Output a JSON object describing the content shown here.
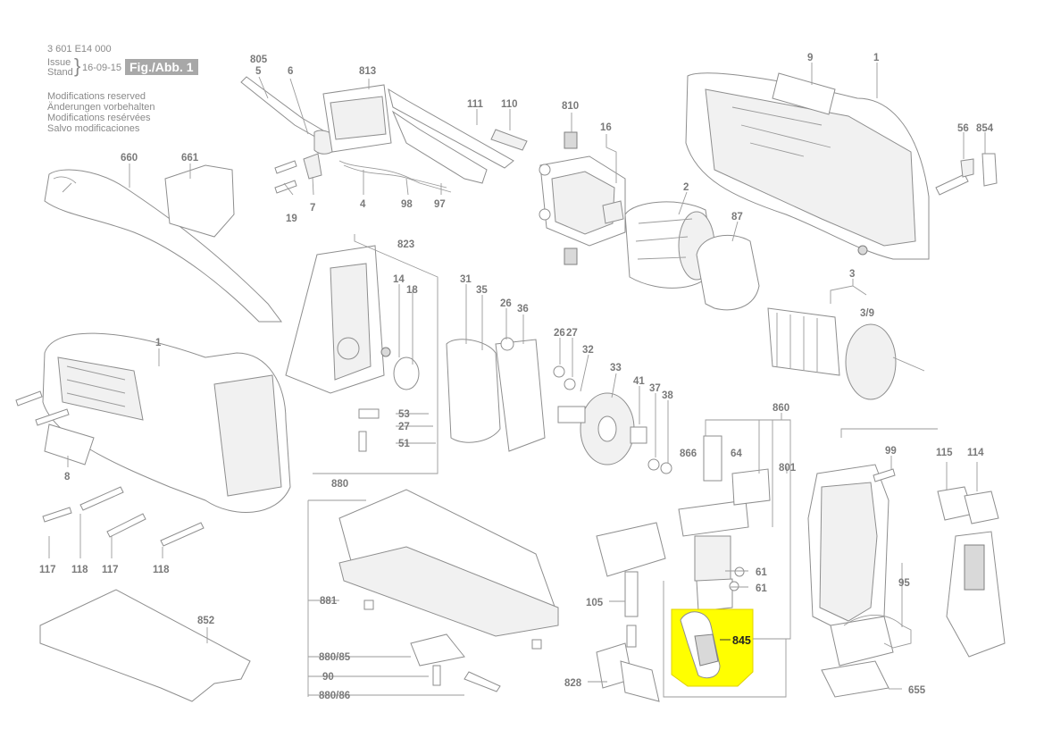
{
  "header": {
    "doc_number": "3 601 E14 000",
    "issue_label_1": "Issue",
    "issue_label_2": "Stand",
    "issue_date": "16-09-15",
    "figure_label": "Fig./Abb. 1",
    "notes": [
      "Modifications reserved",
      "Änderungen vorbehalten",
      "Modifications resérvées",
      "Salvo modificaciones"
    ]
  },
  "highlight": {
    "part_number": "845",
    "color": "#ffff00"
  },
  "labels": {
    "l805": "805",
    "l5": "5",
    "l6": "6",
    "l813": "813",
    "l111": "111",
    "l110": "110",
    "l810": "810",
    "l16": "16",
    "l9": "9",
    "l1a": "1",
    "l56": "56",
    "l854": "854",
    "l660": "660",
    "l661": "661",
    "l19": "19",
    "l7": "7",
    "l4": "4",
    "l98": "98",
    "l97": "97",
    "l2": "2",
    "l87": "87",
    "l823": "823",
    "l14": "14",
    "l18": "18",
    "l3": "3",
    "l39": "3/9",
    "l31": "31",
    "l35": "35",
    "l26a": "26",
    "l36": "36",
    "l26b": "26",
    "l27a": "27",
    "l32": "32",
    "l33": "33",
    "l41": "41",
    "l37": "37",
    "l38": "38",
    "l1b": "1",
    "l53": "53",
    "l27b": "27",
    "l51": "51",
    "l8": "8",
    "l860": "860",
    "l866": "866",
    "l64": "64",
    "l801": "801",
    "l99": "99",
    "l115": "115",
    "l114": "114",
    "l880": "880",
    "l117a": "117",
    "l118a": "118",
    "l117b": "117",
    "l118b": "118",
    "l881": "881",
    "l852": "852",
    "l105": "105",
    "l61a": "61",
    "l61b": "61",
    "l95": "95",
    "l88085": "880/85",
    "l90": "90",
    "l88086": "880/86",
    "l828": "828",
    "l655": "655"
  }
}
